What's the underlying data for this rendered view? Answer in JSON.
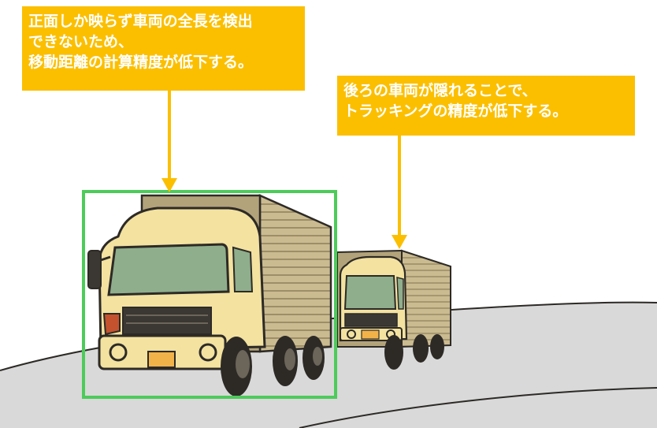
{
  "callouts": {
    "left": {
      "lines": [
        "正面しか映らず車両の全長を検出",
        "できないため、",
        "移動距離の計算精度が低下する。"
      ]
    },
    "right": {
      "lines": [
        "後ろの車両が隠れることで、",
        "トラッキングの精度が低下する。"
      ]
    }
  },
  "colors": {
    "callout_bg": "#fbbf00",
    "callout_text": "#ffffff",
    "arrow": "#fbbf00",
    "detection_box": "#4ccb5a",
    "road": "#d9d9d9",
    "truck_body": "#f3e2a0",
    "truck_glass": "#8fae8c",
    "cargo_box": "#c9b98f",
    "outline": "#2d2a26"
  },
  "icons": [
    "truck-front-icon",
    "truck-rear-icon",
    "arrow-down-icon"
  ]
}
